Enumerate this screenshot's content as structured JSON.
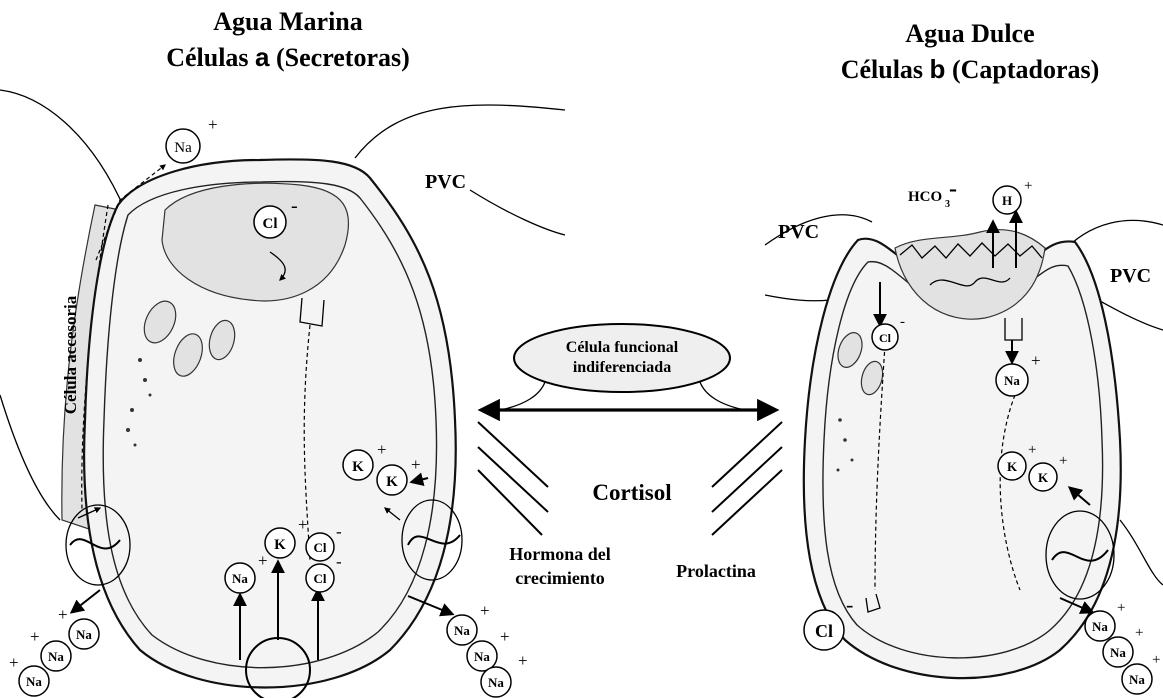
{
  "left_panel": {
    "title_line1": "Agua Marina",
    "title_line2_prefix": "Células ",
    "title_line2_letter": "a",
    "title_line2_suffix": " (Secretoras)",
    "pvc": "PVC",
    "accessory_cell": "Célula accesoria"
  },
  "right_panel": {
    "title_line1": "Agua Dulce",
    "title_line2_prefix": "Células ",
    "title_line2_letter": "b",
    "title_line2_suffix": " (Captadoras)",
    "pvc_left": "PVC",
    "pvc_right": "PVC"
  },
  "center": {
    "undifferentiated_line1": "Célula funcional",
    "undifferentiated_line2": "indiferenciada",
    "cortisol": "Cortisol",
    "growth_hormone_line1": "Hormona del",
    "growth_hormone_line2": "crecimiento",
    "prolactin": "Prolactina"
  },
  "ions": {
    "na": "Na",
    "cl": "Cl",
    "k": "K",
    "h": "H",
    "plus": "+",
    "minus": "-",
    "hco3_base": "HCO",
    "hco3_sub": "3",
    "hco3_charge": "-"
  }
}
